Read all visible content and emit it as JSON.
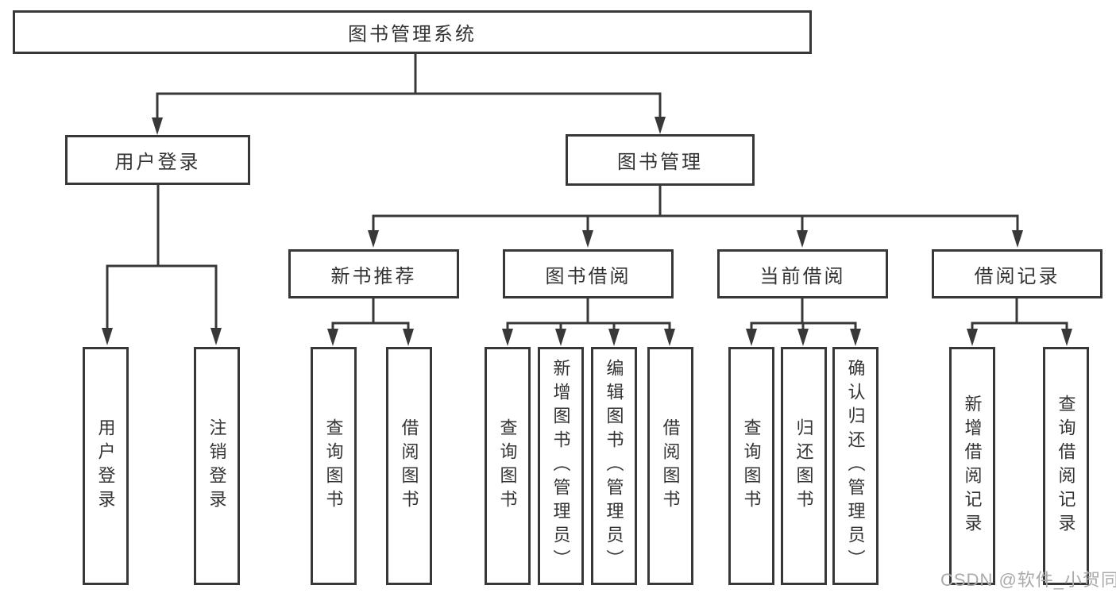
{
  "diagram": {
    "root": {
      "label": "图书管理系统",
      "children": [
        {
          "label": "用户登录",
          "children": [
            {
              "label": "用户登录"
            },
            {
              "label": "注销登录"
            }
          ]
        },
        {
          "label": "图书管理",
          "children": [
            {
              "label": "新书推荐",
              "children": [
                {
                  "label": "查询图书"
                },
                {
                  "label": "借阅图书"
                }
              ]
            },
            {
              "label": "图书借阅",
              "children": [
                {
                  "label": "查询图书"
                },
                {
                  "label": "新增图书（管理员）"
                },
                {
                  "label": "编辑图书（管理员）"
                },
                {
                  "label": "借阅图书"
                }
              ]
            },
            {
              "label": "当前借阅",
              "children": [
                {
                  "label": "查询图书"
                },
                {
                  "label": "归还图书"
                },
                {
                  "label": "确认归还（管理员）"
                }
              ]
            },
            {
              "label": "借阅记录",
              "children": [
                {
                  "label": "新增借阅记录"
                },
                {
                  "label": "查询借阅记录"
                }
              ]
            }
          ]
        }
      ]
    }
  },
  "watermark": {
    "text": "CSDN @软件_小贺同学"
  },
  "colors": {
    "line": "#383838",
    "text": "#333333",
    "background": "#ffffff",
    "watermark": "#aaaaaa"
  }
}
